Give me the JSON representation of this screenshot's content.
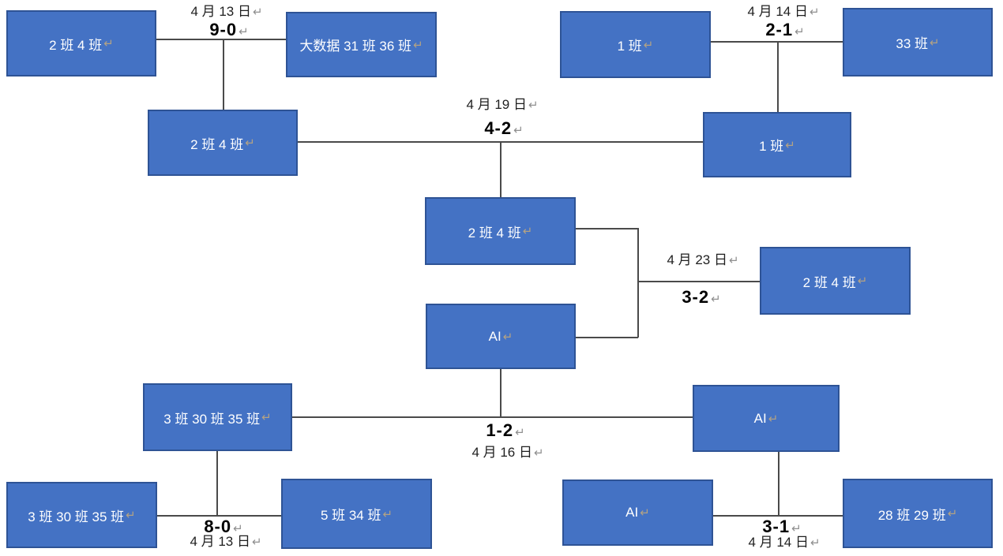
{
  "page": {
    "background": "#ffffff",
    "type": "tournament-bracket-document"
  },
  "glyphs": {
    "return_mark": "↵"
  },
  "colors": {
    "box_fill": "#4472C4",
    "box_border": "#2E5395",
    "box_text": "#FFFFFF",
    "box_return_mark": "#B3A284",
    "connector_line": "#4A4A4A",
    "label_text": "#1F1F1F",
    "label_return_mark": "#8F8F8F"
  },
  "boxes": [
    {
      "id": "qf1-team1",
      "label": "2 班 4 班"
    },
    {
      "id": "qf1-team2",
      "label": "大数据 31 班 36 班"
    },
    {
      "id": "qf2-team1",
      "label": "1 班"
    },
    {
      "id": "qf2-team2",
      "label": "33 班"
    },
    {
      "id": "sf1-team1",
      "label": "2 班 4 班"
    },
    {
      "id": "sf1-team2",
      "label": "1 班"
    },
    {
      "id": "final-team1",
      "label": "2 班 4 班"
    },
    {
      "id": "champion",
      "label": "2 班 4 班"
    },
    {
      "id": "final-team2",
      "label": "AI"
    },
    {
      "id": "sf2-team1",
      "label": "3 班 30 班 35 班"
    },
    {
      "id": "sf2-team2",
      "label": "AI"
    },
    {
      "id": "qf3-team1",
      "label": "3 班 30 班 35 班"
    },
    {
      "id": "qf3-team2",
      "label": "5 班 34 班"
    },
    {
      "id": "qf4-team1",
      "label": "AI"
    },
    {
      "id": "qf4-team2",
      "label": "28 班 29 班"
    }
  ],
  "matches": [
    {
      "id": "qf1",
      "date": "4 月 13 日",
      "score": "9-0"
    },
    {
      "id": "qf2",
      "date": "4 月 14 日",
      "score": "2-1"
    },
    {
      "id": "sf1",
      "date": "4 月 19 日",
      "score": "4-2"
    },
    {
      "id": "final",
      "date": "4 月 23 日",
      "score": "3-2"
    },
    {
      "id": "sf2",
      "date": "4 月 16 日",
      "score": "1-2"
    },
    {
      "id": "qf3",
      "date": "4 月 13 日",
      "score": "8-0"
    },
    {
      "id": "qf4",
      "date": "4 月 14 日",
      "score": "3-1"
    }
  ]
}
